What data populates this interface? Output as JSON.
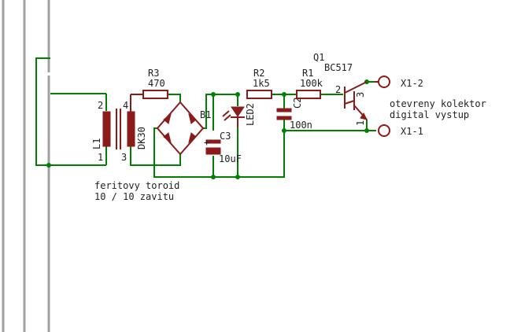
{
  "title": "",
  "colors": {
    "wire": "#008000",
    "component": "#8b1a1a",
    "text": "#222222",
    "rail": "#a0a0a0",
    "background": "#ffffff"
  },
  "components": {
    "L1": {
      "ref": "L1",
      "value": "DK30",
      "pin_2": "2",
      "pin_1": "1",
      "pin_4": "4",
      "pin_3": "3"
    },
    "R3": {
      "ref": "R3",
      "value": "470"
    },
    "B1": {
      "ref": "B1"
    },
    "C3": {
      "ref": "C3",
      "value": "10uF",
      "polarity": "+"
    },
    "LED2": {
      "ref": "LED2"
    },
    "R2": {
      "ref": "R2",
      "value": "1k5"
    },
    "C2": {
      "ref": "C2",
      "value": "100n"
    },
    "R1": {
      "ref": "R1",
      "value": "100k"
    },
    "Q1": {
      "ref": "Q1",
      "value": "BC517",
      "pin_2": "2",
      "pin_3": "3",
      "pin_1": "1"
    },
    "X1_2": {
      "ref": "X1-2"
    },
    "X1_1": {
      "ref": "X1-1"
    }
  },
  "annotations": {
    "toroid_line1": "feritovy toroid",
    "toroid_line2": "10 / 10 zavitu",
    "output_line1": "otevreny kolektor",
    "output_line2": "digital vystup"
  }
}
